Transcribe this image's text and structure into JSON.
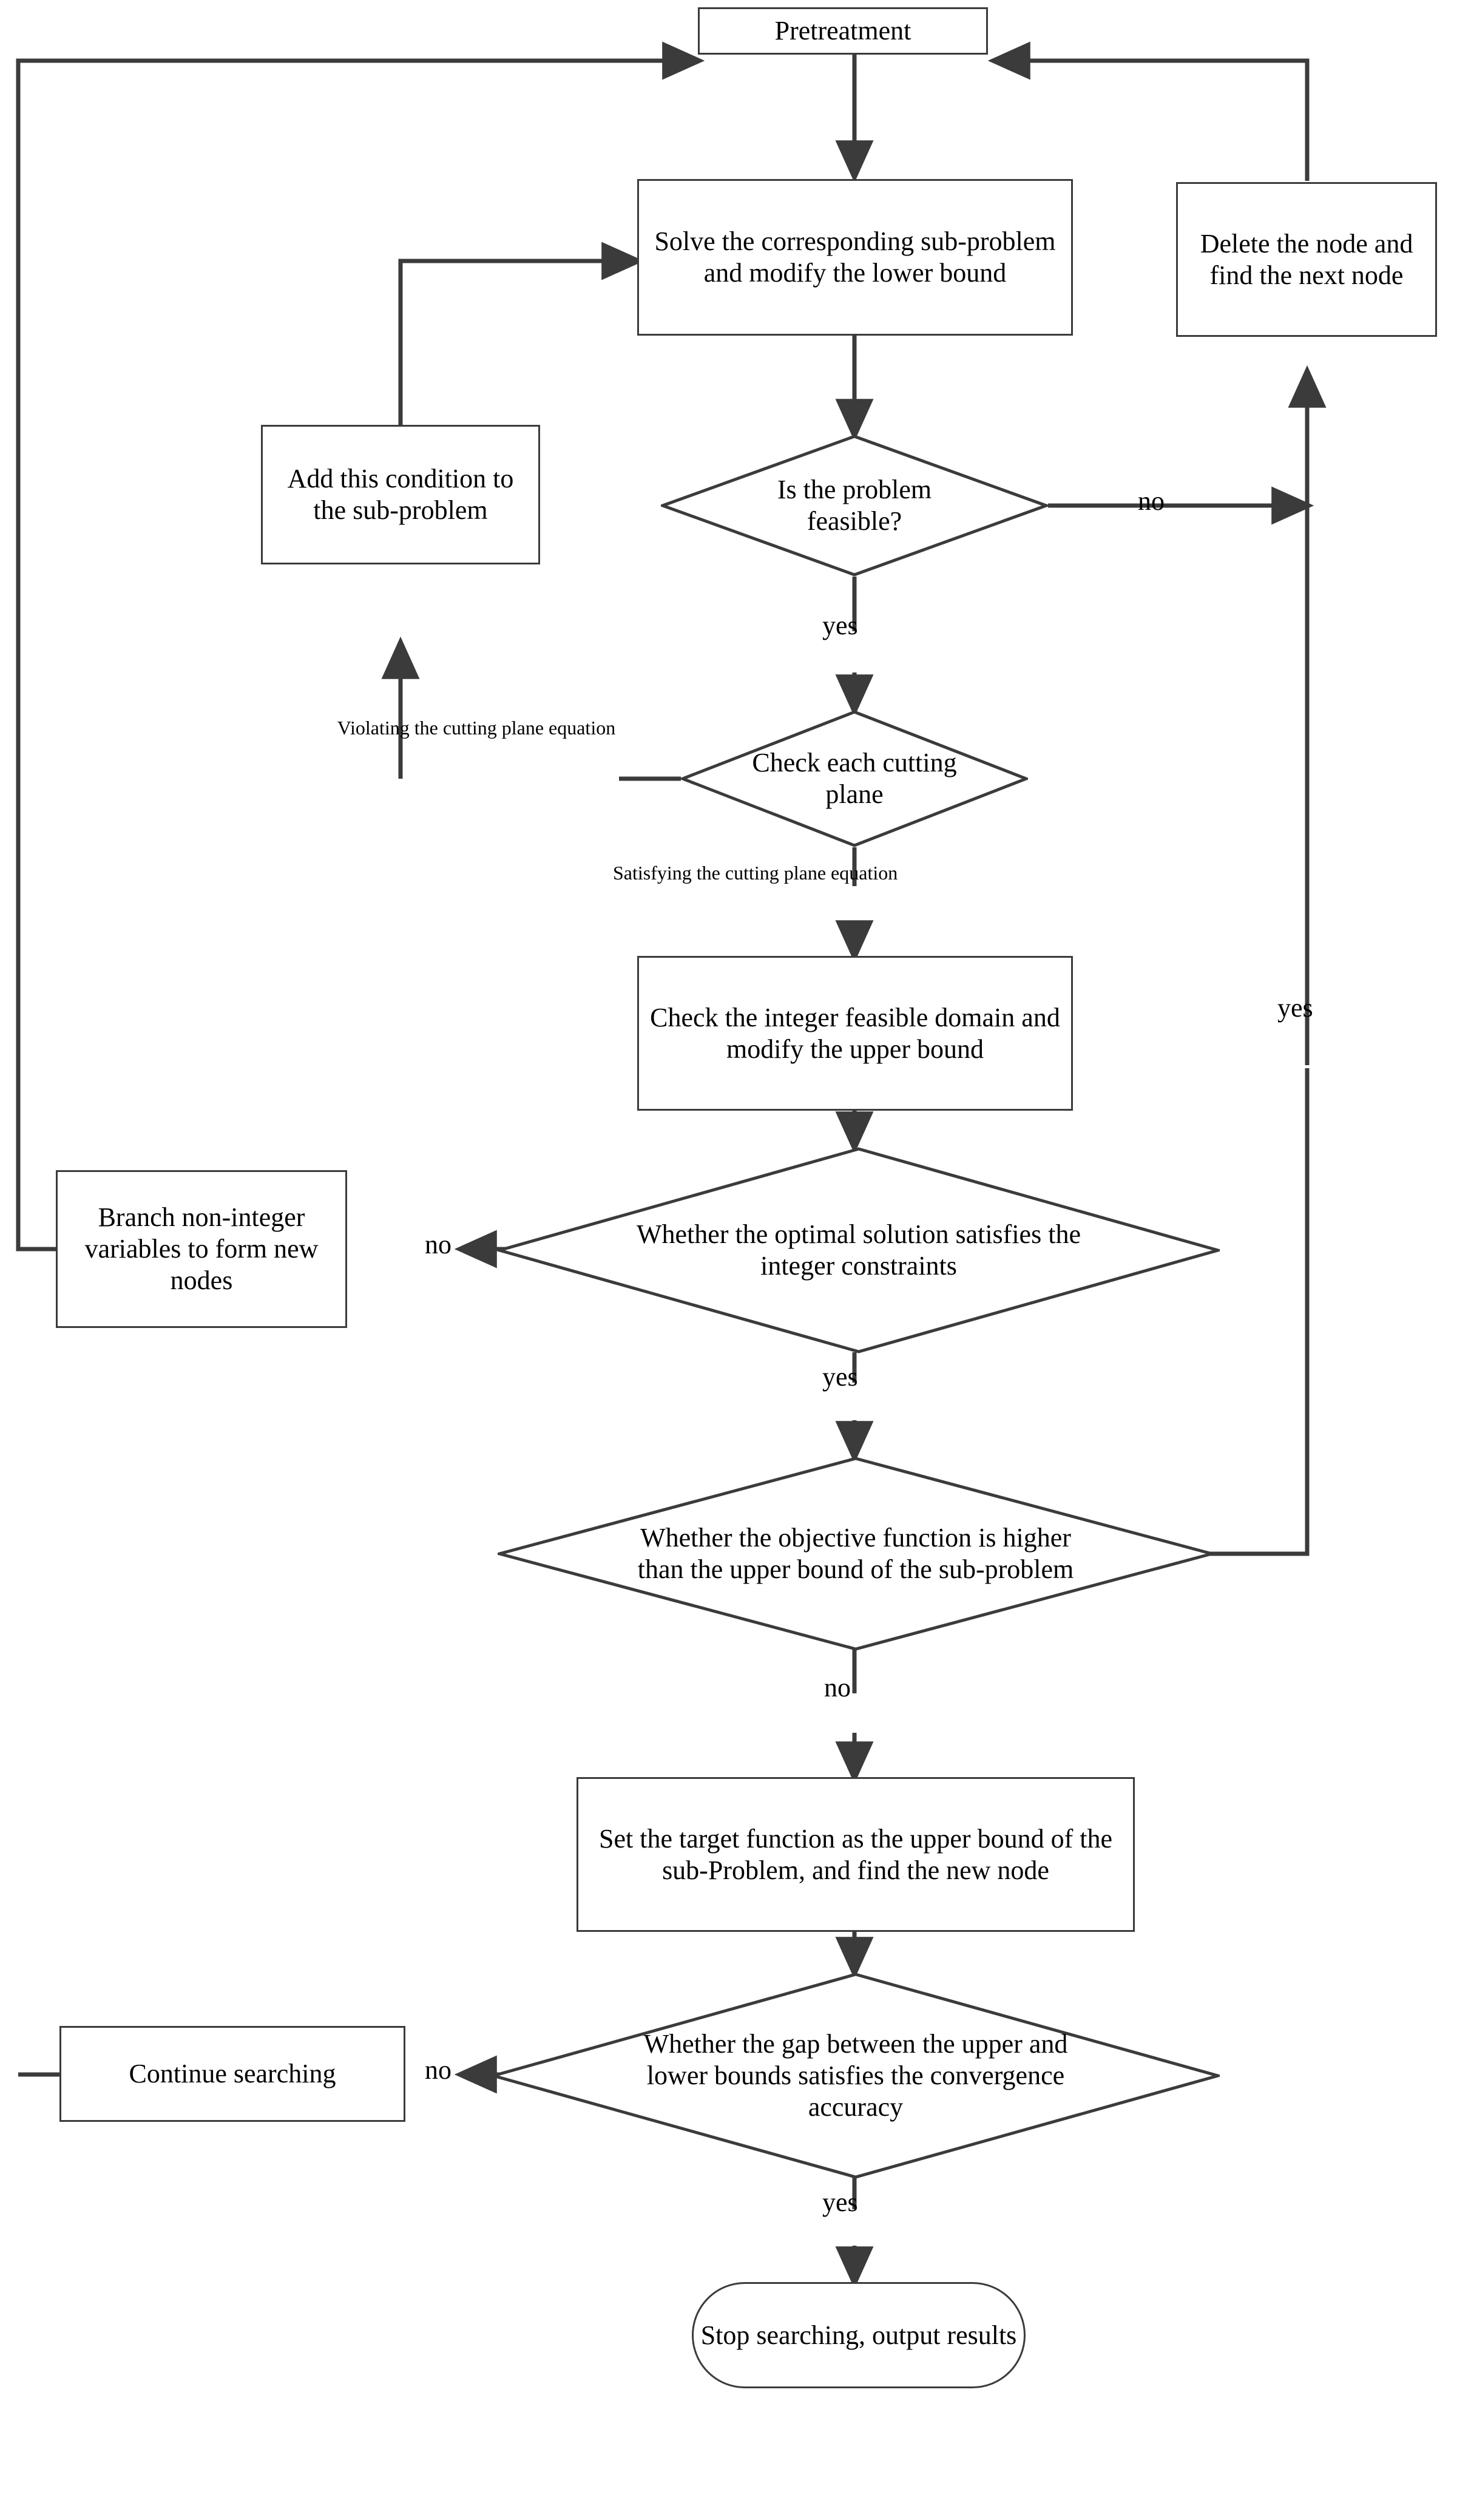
{
  "diagram": {
    "title": "Branch-and-cut solution flowchart",
    "stroke_color": "#3b3b3b",
    "text_color": "#000000",
    "background": "#ffffff"
  },
  "nodes": {
    "pretreatment": {
      "label": "Pretreatment",
      "shape": "process"
    },
    "solve_subproblem": {
      "label": "Solve the corresponding sub-problem and modify the lower bound",
      "shape": "process"
    },
    "delete_node": {
      "label": "Delete the node and find the next node",
      "shape": "process"
    },
    "is_feasible": {
      "label": "Is the problem feasible?",
      "shape": "decision"
    },
    "add_condition": {
      "label": "Add this condition to the sub-problem",
      "shape": "process"
    },
    "check_cutting": {
      "label": "Check each cutting plane",
      "shape": "decision"
    },
    "check_integer": {
      "label": "Check the integer feasible domain and modify the upper bound",
      "shape": "process"
    },
    "optimal_integer": {
      "label": "Whether the optimal solution satisfies the integer constraints",
      "shape": "decision"
    },
    "branch_noninteger": {
      "label": "Branch non-integer variables to form new nodes",
      "shape": "process"
    },
    "objective_higher": {
      "label": "Whether the objective function is higher than the upper bound of the sub-problem",
      "shape": "decision"
    },
    "set_target": {
      "label": "Set the target function as the upper bound of the sub-Problem, and find the new node",
      "shape": "process"
    },
    "gap_converged": {
      "label": "Whether the gap between the upper and lower bounds satisfies the convergence accuracy",
      "shape": "decision"
    },
    "continue_searching": {
      "label": "Continue searching",
      "shape": "process"
    },
    "stop_searching": {
      "label": "Stop searching, output results",
      "shape": "terminator"
    }
  },
  "edge_labels": {
    "feasible_no": "no",
    "feasible_yes": "yes",
    "violating": "Violating the cutting plane equation",
    "satisfying": "Satisfying the cutting plane equation",
    "integer_no": "no",
    "integer_yes": "yes",
    "objective_yes": "yes",
    "objective_no": "no",
    "gap_no": "no",
    "gap_yes": "yes"
  }
}
